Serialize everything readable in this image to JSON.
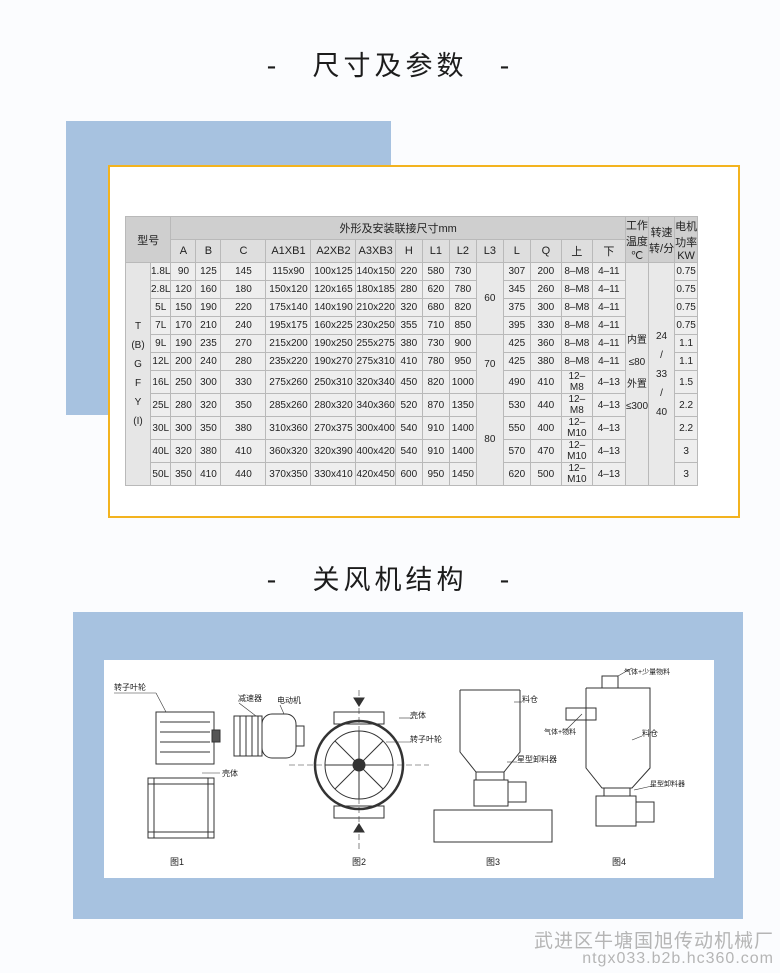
{
  "section1": {
    "title": "尺寸及参数",
    "dash_left": "-",
    "dash_right": "-"
  },
  "section2": {
    "title": "关风机结构",
    "dash_left": "-",
    "dash_right": "-"
  },
  "table": {
    "model_header": "型号",
    "dims_header": "外形及安装联接尺寸mm",
    "temp_header": [
      "工作",
      "温度",
      "℃"
    ],
    "speed_header": [
      "转速",
      "转/分"
    ],
    "power_header": [
      "电机",
      "功率",
      "KW"
    ],
    "columns": [
      "A",
      "B",
      "C",
      "A1XB1",
      "A2XB2",
      "A3XB3",
      "H",
      "L1",
      "L2",
      "L3",
      "L",
      "Q",
      "上",
      "下"
    ],
    "series_letters": [
      "T",
      "(B)",
      "G",
      "F",
      "Y",
      "(I)"
    ],
    "rows": [
      [
        "1.8L",
        "90",
        "125",
        "145",
        "115x90",
        "100x125",
        "140x150",
        "220",
        "580",
        "730",
        "307",
        "200",
        "8–M8",
        "4–11",
        "0.75"
      ],
      [
        "2.8L",
        "120",
        "160",
        "180",
        "150x120",
        "120x165",
        "180x185",
        "280",
        "620",
        "780",
        "345",
        "260",
        "8–M8",
        "4–11",
        "0.75"
      ],
      [
        "5L",
        "150",
        "190",
        "220",
        "175x140",
        "140x190",
        "210x220",
        "320",
        "680",
        "820",
        "375",
        "300",
        "8–M8",
        "4–11",
        "0.75"
      ],
      [
        "7L",
        "170",
        "210",
        "240",
        "195x175",
        "160x225",
        "230x250",
        "355",
        "710",
        "850",
        "395",
        "330",
        "8–M8",
        "4–11",
        "0.75"
      ],
      [
        "9L",
        "190",
        "235",
        "270",
        "215x200",
        "190x250",
        "255x275",
        "380",
        "730",
        "900",
        "425",
        "360",
        "8–M8",
        "4–11",
        "1.1"
      ],
      [
        "12L",
        "200",
        "240",
        "280",
        "235x220",
        "190x270",
        "275x310",
        "410",
        "780",
        "950",
        "425",
        "380",
        "8–M8",
        "4–11",
        "1.1"
      ],
      [
        "16L",
        "250",
        "300",
        "330",
        "275x260",
        "250x310",
        "320x340",
        "450",
        "820",
        "1000",
        "490",
        "410",
        "12–M8",
        "4–13",
        "1.5"
      ],
      [
        "25L",
        "280",
        "320",
        "350",
        "285x260",
        "280x320",
        "340x360",
        "520",
        "870",
        "1350",
        "530",
        "440",
        "12–M8",
        "4–13",
        "2.2"
      ],
      [
        "30L",
        "300",
        "350",
        "380",
        "310x360",
        "270x375",
        "300x400",
        "540",
        "910",
        "1400",
        "550",
        "400",
        "12–M10",
        "4–13",
        "2.2"
      ],
      [
        "40L",
        "320",
        "380",
        "410",
        "360x320",
        "320x390",
        "400x420",
        "540",
        "910",
        "1400",
        "570",
        "470",
        "12–M10",
        "4–13",
        "3"
      ],
      [
        "50L",
        "350",
        "410",
        "440",
        "370x350",
        "330x410",
        "420x450",
        "600",
        "950",
        "1450",
        "620",
        "500",
        "12–M10",
        "4–13",
        "3"
      ]
    ],
    "L_values": [
      "60",
      "70",
      "80"
    ],
    "temp_lines": [
      "内置",
      "≤80",
      "外置",
      "≤300"
    ],
    "speed_lines": [
      "24",
      "/",
      "33",
      "/",
      "40"
    ]
  },
  "diagrams": {
    "fig1": {
      "caption": "图1",
      "labels": [
        "转子叶轮",
        "减速器",
        "电动机",
        "壳体"
      ]
    },
    "fig2": {
      "caption": "图2",
      "labels": [
        "壳体",
        "转子叶轮"
      ]
    },
    "fig3": {
      "caption": "图3",
      "labels": [
        "料仓",
        "星型卸料器"
      ]
    },
    "fig4": {
      "caption": "图4",
      "labels": [
        "气体+少量物料",
        "气体+物料",
        "料仓",
        "星型卸料器"
      ]
    }
  },
  "watermark": {
    "line1": "武进区牛塘国旭传动机械厂",
    "line2": "ntgx033.b2b.hc360.com"
  },
  "colors": {
    "accent_blue": "#a7c2e0",
    "frame_yellow": "#f3b31f"
  }
}
